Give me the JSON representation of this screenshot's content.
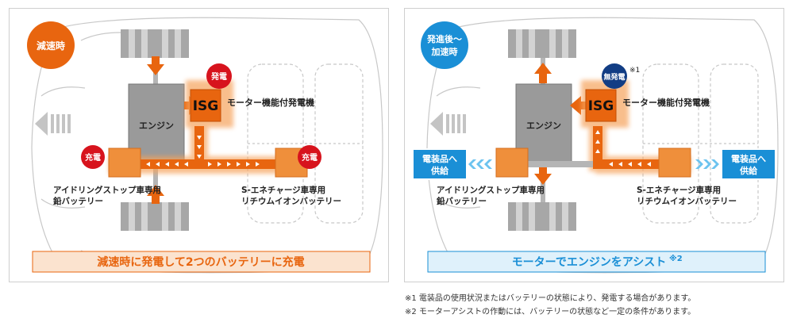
{
  "left_panel": {
    "mode_badge": "減速時",
    "isg_label": "ISG",
    "isg_caption": "モーター機能付発電機",
    "engine_label": "エンジン",
    "isg_badge": "発電",
    "lead_badge": "充電",
    "li_badge": "充電",
    "lead_battery_line1": "アイドリングストップ車専用",
    "lead_battery_line2": "鉛バッテリー",
    "li_battery_line1": "S-エネチャージ車専用",
    "li_battery_line2": "リチウムイオンバッテリー",
    "banner": "減速時に発電して2つのバッテリーに充電",
    "colors": {
      "accent": "#e8650f",
      "badge_red": "#d7131d",
      "banner_bg": "#fbe3cf"
    }
  },
  "right_panel": {
    "mode_badge_line1": "発進後～",
    "mode_badge_line2": "加速時",
    "isg_label": "ISG",
    "isg_caption": "モーター機能付発電機",
    "engine_label": "エンジン",
    "isg_badge": "無発電",
    "isg_badge_note": "※1",
    "supply_left_line1": "電装品へ",
    "supply_left_line2": "供給",
    "supply_right_line1": "電装品へ",
    "supply_right_line2": "供給",
    "lead_battery_line1": "アイドリングストップ車専用",
    "lead_battery_line2": "鉛バッテリー",
    "li_battery_line1": "S-エネチャージ車専用",
    "li_battery_line2": "リチウムイオンバッテリー",
    "banner": "モーターでエンジンをアシスト",
    "banner_note": "※2",
    "colors": {
      "accent": "#1a8fd6",
      "badge_navy": "#123d84",
      "banner_bg": "#dff1fb"
    }
  },
  "footnotes": [
    "※1 電装品の使用状況またはバッテリーの状態により、発電する場合があります。",
    "※2 モーターアシストの作動には、バッテリーの状態など一定の条件があります。"
  ]
}
